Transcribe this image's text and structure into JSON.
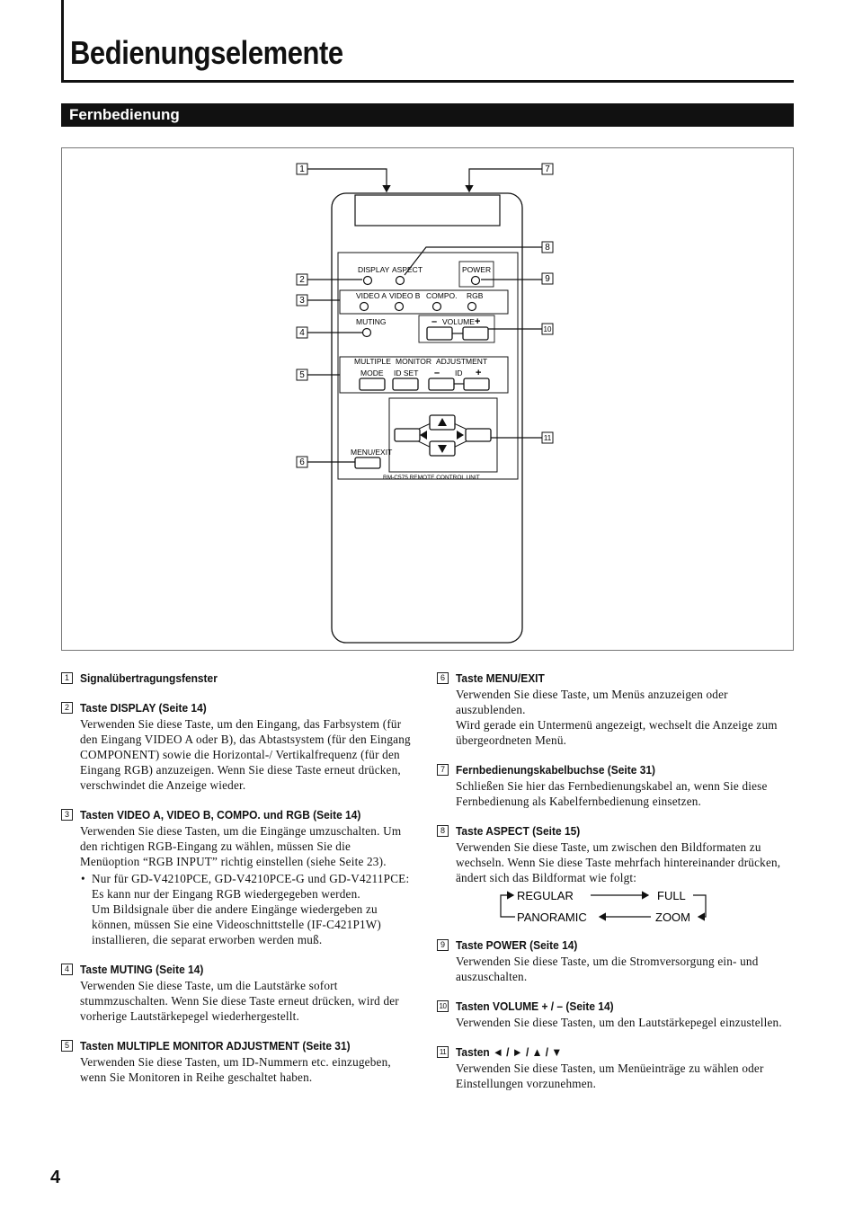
{
  "page": {
    "title": "Bedienungselemente",
    "section": "Fernbedienung",
    "page_number": "4"
  },
  "remote": {
    "callouts": [
      "1",
      "2",
      "3",
      "4",
      "5",
      "6",
      "7",
      "8",
      "9",
      "10",
      "11"
    ],
    "buttons": {
      "display": "DISPLAY",
      "aspect": "ASPECT",
      "power": "POWER",
      "video_a": "VIDEO A",
      "video_b": "VIDEO B",
      "compo": "COMPO.",
      "rgb": "RGB",
      "muting": "MUTING",
      "volume": "VOLUME",
      "minus": "–",
      "plus": "+",
      "multiple": "MULTIPLE",
      "monitor": "MONITOR",
      "adjustment": "ADJUSTMENT",
      "mode": "MODE",
      "id_set": "ID SET",
      "id": "ID",
      "menu_exit": "MENU/EXIT",
      "model": "RM-C575 REMOTE CONTROL UNIT"
    }
  },
  "left_items": [
    {
      "num": "1",
      "title": "Signalübertragungsfenster"
    },
    {
      "num": "2",
      "title": "Taste DISPLAY (Seite 14)",
      "text": "Verwenden Sie diese Taste, um den Eingang, das Farbsystem (für den Eingang VIDEO A oder B), das Abtastsystem (für den Eingang COMPONENT) sowie die Horizontal-/ Vertikalfrequenz (für den Eingang RGB) anzuzeigen. Wenn Sie diese Taste erneut drücken, verschwindet die Anzeige wieder."
    },
    {
      "num": "3",
      "title": "Tasten VIDEO A, VIDEO B, COMPO. und RGB (Seite 14)",
      "text": "Verwenden Sie diese Tasten, um die Eingänge umzuschalten. Um den richtigen RGB-Eingang zu wählen, müssen Sie die Menüoption “RGB INPUT” richtig einstellen (siehe Seite 23).",
      "bullet": "Nur für GD-V4210PCE, GD-V4210PCE-G und GD-V4211PCE: Es kann nur der Eingang RGB wiedergegeben werden.",
      "bullet2": "Um Bildsignale über die andere Eingänge wiedergeben zu können, müssen Sie eine Videoschnittstelle (IF-C421P1W) installieren, die separat erworben werden muß."
    },
    {
      "num": "4",
      "title": "Taste MUTING (Seite 14)",
      "text": "Verwenden Sie diese Taste, um die Lautstärke sofort stummzuschalten. Wenn Sie diese Taste erneut drücken, wird der vorherige Lautstärkepegel wiederhergestellt."
    },
    {
      "num": "5",
      "title": "Tasten MULTIPLE MONITOR ADJUSTMENT (Seite 31)",
      "text": "Verwenden Sie diese Tasten, um ID-Nummern etc. einzugeben, wenn Sie Monitoren in Reihe geschaltet haben."
    }
  ],
  "right_items": [
    {
      "num": "6",
      "title": "Taste MENU/EXIT",
      "text": "Verwenden Sie diese Taste, um Menüs anzuzeigen oder auszublenden.",
      "text2": "Wird gerade ein Untermenü angezeigt, wechselt die Anzeige zum übergeordneten Menü."
    },
    {
      "num": "7",
      "title": "Fernbedienungskabelbuchse (Seite 31)",
      "text": "Schließen Sie hier das Fernbedienungskabel an, wenn Sie diese Fernbedienung als Kabelfernbedienung einsetzen."
    },
    {
      "num": "8",
      "title": "Taste ASPECT (Seite 15)",
      "text": "Verwenden Sie diese Taste, um zwischen den Bildformaten zu wechseln. Wenn Sie diese Taste mehrfach hintereinander drücken, ändert sich das Bildformat wie folgt:",
      "aspect": {
        "regular": "REGULAR",
        "full": "FULL",
        "panoramic": "PANORAMIC",
        "zoom": "ZOOM"
      }
    },
    {
      "num": "9",
      "title": "Taste POWER (Seite 14)",
      "text": "Verwenden Sie diese Taste, um die Stromversorgung ein- und auszuschalten."
    },
    {
      "num": "10",
      "title": "Tasten VOLUME + / – (Seite 14)",
      "text": "Verwenden Sie diese Tasten, um den Lautstärkepegel einzustellen."
    },
    {
      "num": "11",
      "title": "Tasten ◄ / ► / ▲ / ▼",
      "text": "Verwenden Sie diese Tasten, um Menüeinträge zu wählen oder Einstellungen vorzunehmen."
    }
  ]
}
